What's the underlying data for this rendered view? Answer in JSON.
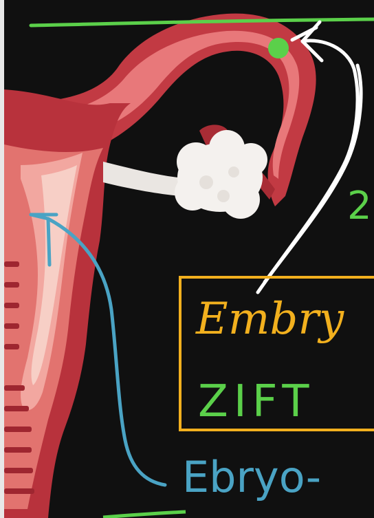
{
  "annotations": {
    "box_line1": "Embry",
    "box_line2": "ZIFT",
    "bottom_label": "Ebryo-",
    "side_number": "2"
  },
  "colors": {
    "background": "#101010",
    "uterus_dark": "#b8323c",
    "uterus_mid": "#d9535a",
    "uterus_light": "#f2a7a0",
    "uterus_pale": "#f6c6bd",
    "ovary": "#f4f1ee",
    "ligament": "#eae6e2",
    "green_ink": "#5bd04a",
    "yellow_ink": "#f2b01e",
    "blue_ink": "#4aa3c4",
    "white_ink": "#ffffff"
  },
  "icons": [
    "green-dot-marker",
    "blue-arrow",
    "white-arrow"
  ]
}
